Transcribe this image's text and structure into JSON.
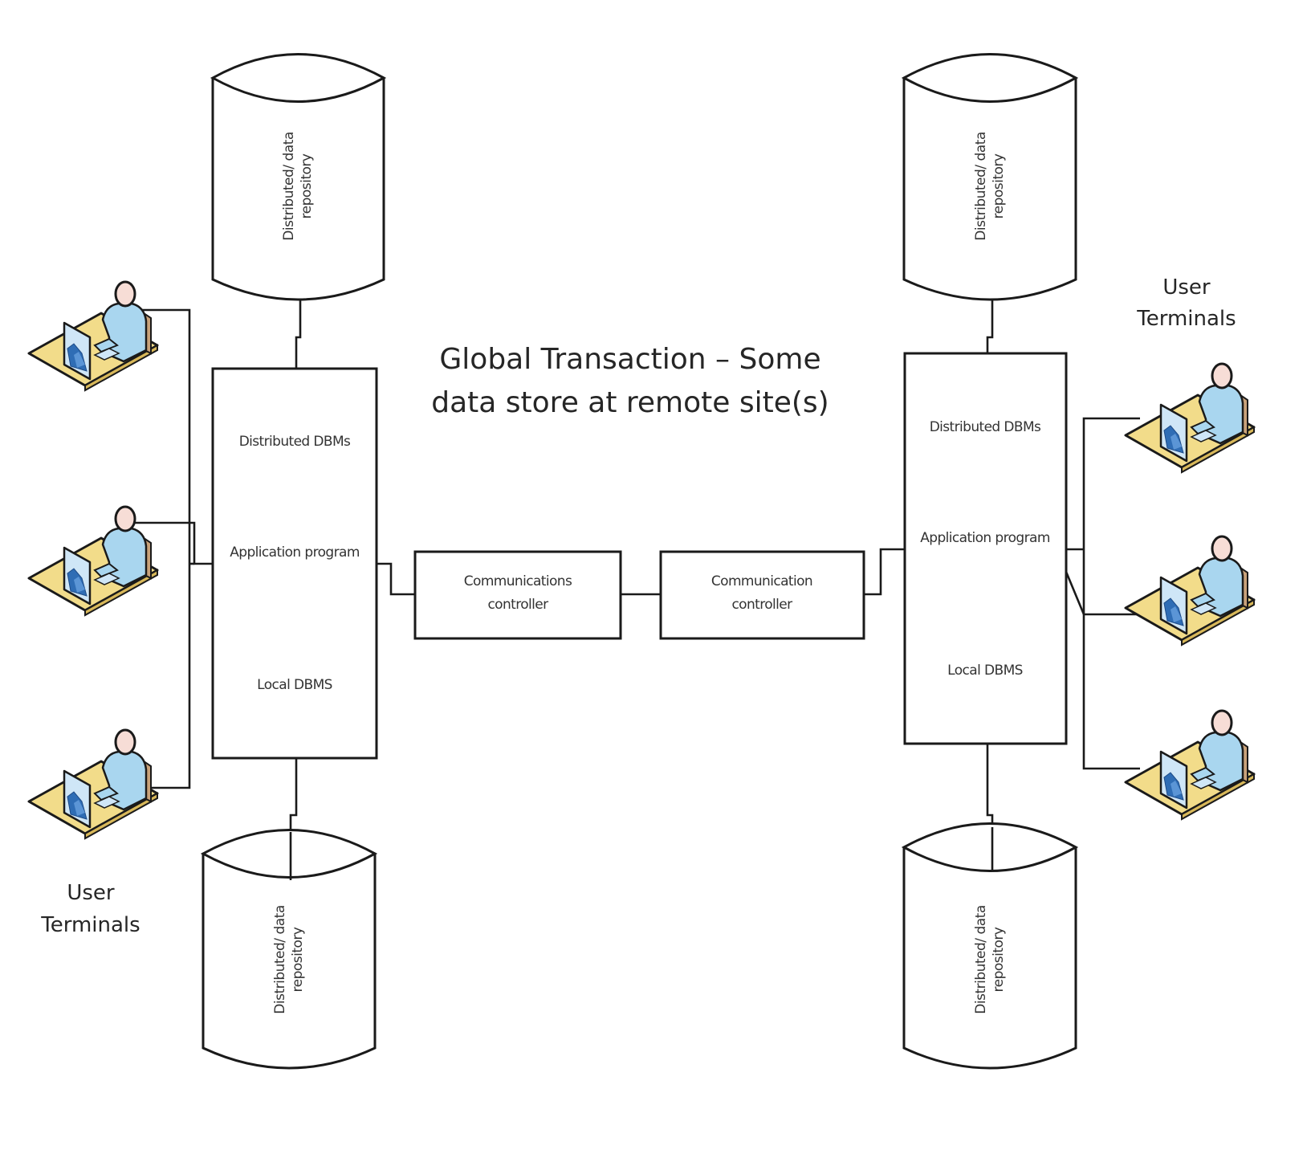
{
  "title": {
    "line1": "Global Transaction – Some",
    "line2": "data store at remote site(s)"
  },
  "left_site": {
    "top_repository": {
      "line1": "Distributed/ data",
      "line2": "repository"
    },
    "bottom_repository": {
      "line1": "Distributed/ data",
      "line2": "repository"
    },
    "dbms_box": {
      "distributed": "Distributed DBMs",
      "application": "Application program",
      "local": "Local DBMS"
    },
    "terminals_label": {
      "line1": "User",
      "line2": "Terminals"
    },
    "terminal_count": 3
  },
  "right_site": {
    "top_repository": {
      "line1": "Distributed/ data",
      "line2": "repository"
    },
    "bottom_repository": {
      "line1": "Distributed/ data",
      "line2": "repository"
    },
    "dbms_box": {
      "distributed": "Distributed DBMs",
      "application": "Application program",
      "local": "Local DBMS"
    },
    "terminals_label": {
      "line1": "User",
      "line2": "Terminals"
    },
    "terminal_count": 3
  },
  "controllers": [
    {
      "line1": "Communications",
      "line2": "controller"
    },
    {
      "line1": "Communication",
      "line2": "controller"
    }
  ],
  "icons": {
    "terminal": "user-at-workstation-icon",
    "repository": "database-cylinder-icon"
  },
  "colors": {
    "desk": "#f2dc8a",
    "person": "#a9d6ef",
    "monitor": "#cfe6f7",
    "monitor_dark": "#2f6db5",
    "head": "#f7ddd6",
    "outline": "#1a1a1a"
  }
}
